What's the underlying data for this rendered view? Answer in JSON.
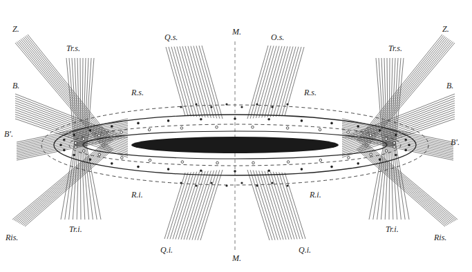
{
  "diagram": {
    "labels": [
      "M.",
      "Z.",
      "Tr.s.",
      "Q.s.",
      "O.s.",
      "Tr.s.",
      "Z.",
      "B.",
      "R.s.",
      "R.s.",
      "B.",
      "B'.",
      "B'.",
      "R.i.",
      "R.i.",
      "Ris.",
      "Tr.i.",
      "Q.i.",
      "Q.i.",
      "Tr.i.",
      "Ris.",
      "M."
    ]
  }
}
